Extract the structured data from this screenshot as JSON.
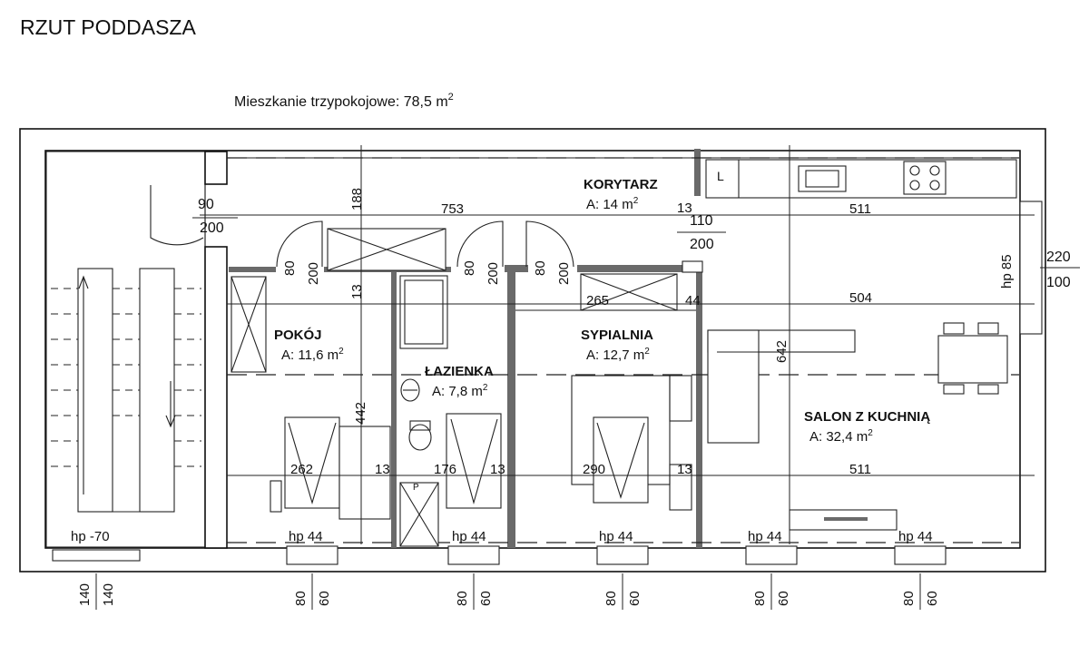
{
  "title": "RZUT PODDASZA",
  "apartment": {
    "label": "Mieszkanie trzypokojowe: 78,5 m",
    "sup": "2"
  },
  "rooms": [
    {
      "name": "KORYTARZ",
      "area": "A: 14 m",
      "sup": "2"
    },
    {
      "name": "POKÓJ",
      "area": "A: 11,6 m",
      "sup": "2"
    },
    {
      "name": "ŁAZIENKA",
      "area": "A: 7,8 m",
      "sup": "2"
    },
    {
      "name": "SYPIALNIA",
      "area": "A: 12,7 m",
      "sup": "2"
    },
    {
      "name": "SALON Z KUCHNIĄ",
      "area": "A: 32,4 m",
      "sup": "2"
    }
  ],
  "door_labels": [
    {
      "width": "90",
      "height": "200"
    },
    {
      "width": "110",
      "height": "200"
    },
    {
      "width": "220",
      "height": "100"
    }
  ],
  "wall_dims": [
    "753",
    "511",
    "13",
    "504",
    "265",
    "44",
    "262",
    "13",
    "176",
    "13",
    "290",
    "13",
    "511",
    "188",
    "13",
    "442",
    "642",
    "hp 85"
  ],
  "door_dims": [
    "80",
    "200",
    "80",
    "200",
    "80",
    "200"
  ],
  "window_labels": [
    "hp -70",
    "hp 44",
    "hp 44",
    "hp 44",
    "hp 44",
    "hp 44"
  ],
  "window_dims": [
    {
      "a": "140",
      "b": "140"
    },
    {
      "a": "80",
      "b": "60"
    },
    {
      "a": "80",
      "b": "60"
    },
    {
      "a": "80",
      "b": "60"
    },
    {
      "a": "80",
      "b": "60"
    },
    {
      "a": "80",
      "b": "60"
    }
  ],
  "fixture_labels": [
    "L",
    "P"
  ]
}
